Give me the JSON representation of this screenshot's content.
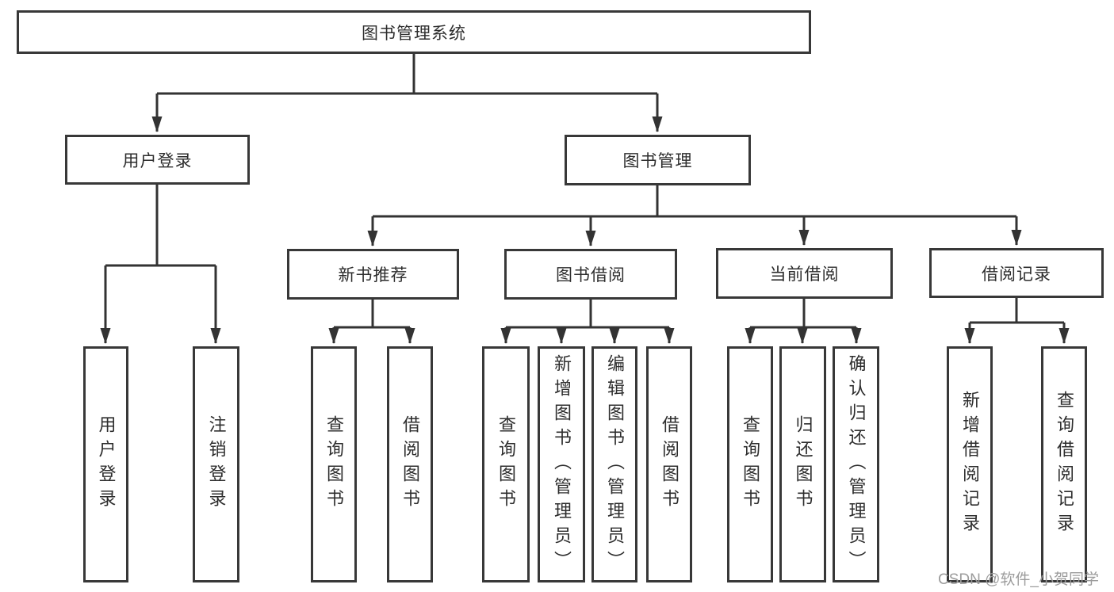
{
  "colors": {
    "line": "#333333",
    "box_border": "#383838",
    "text": "#2d2d2d",
    "watermark": "#9c9c9c"
  },
  "diagram": {
    "root": {
      "label": "图书管理系统"
    },
    "level2": [
      {
        "label": "用户登录"
      },
      {
        "label": "图书管理"
      }
    ],
    "level3": [
      {
        "label": "新书推荐"
      },
      {
        "label": "图书借阅"
      },
      {
        "label": "当前借阅"
      },
      {
        "label": "借阅记录"
      }
    ],
    "leaves": [
      {
        "label": "用户登录"
      },
      {
        "label": "注销登录"
      },
      {
        "label": "查询图书"
      },
      {
        "label": "借阅图书"
      },
      {
        "label": "查询图书"
      },
      {
        "label": "新增图书（管理员）"
      },
      {
        "label": "编辑图书（管理员）"
      },
      {
        "label": "借阅图书"
      },
      {
        "label": "查询图书"
      },
      {
        "label": "归还图书"
      },
      {
        "label": "确认归还（管理员）"
      },
      {
        "label": "新增借阅记录"
      },
      {
        "label": "查询借阅记录"
      }
    ]
  },
  "watermark": {
    "text": "CSDN @软件_小贺同学"
  }
}
